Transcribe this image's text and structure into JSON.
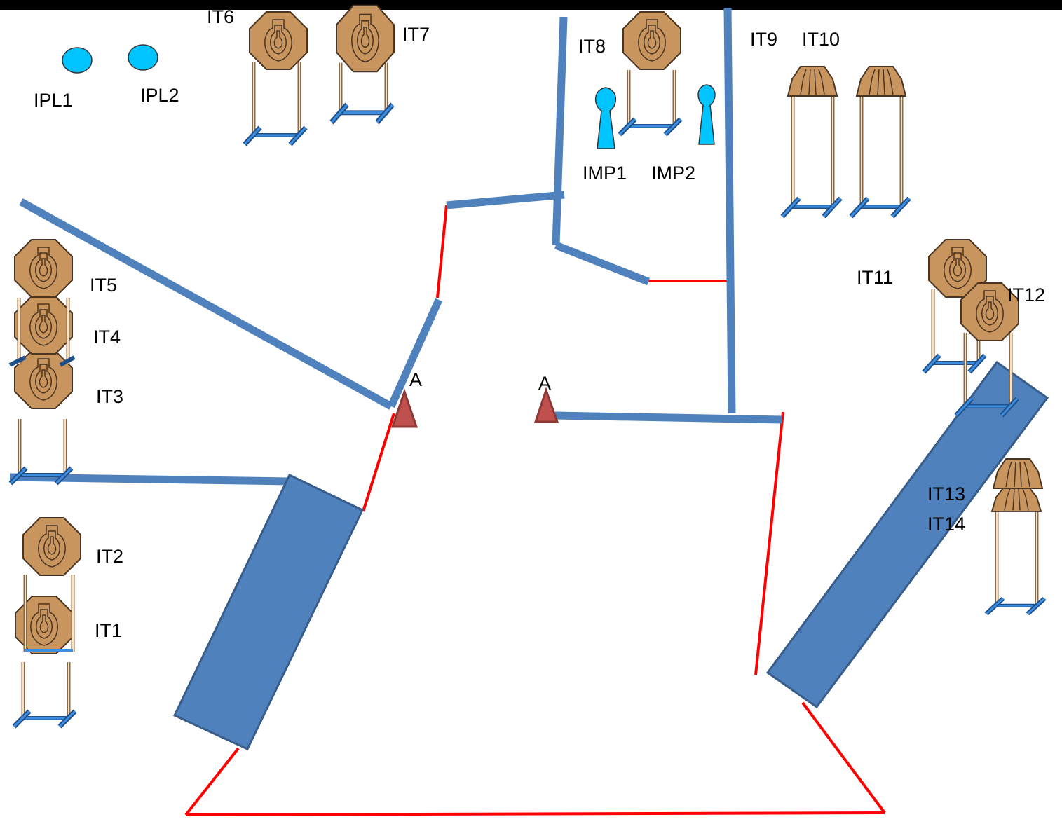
{
  "colors": {
    "header_bar": "#000000",
    "wall": "#4f81bd",
    "wall_outline": "#385d8a",
    "fault_line": "#ff0000",
    "steel_target": "#c8955f",
    "steel_outline": "#4a3422",
    "paper_target": "#00c4ff",
    "stand_frame": "#8b6a43",
    "stand_base": "#3c8fe0",
    "cone": "#c0504d",
    "cone_outline": "#8c3836"
  },
  "targets": {
    "it1": "IT1",
    "it2": "IT2",
    "it3": "IT3",
    "it4": "IT4",
    "it5": "IT5",
    "it6": "IT6",
    "it7": "IT7",
    "it8": "IT8",
    "it9": "IT9",
    "it10": "IT10",
    "it11": "IT11",
    "it12": "IT12",
    "it13": "IT13",
    "it14": "IT14"
  },
  "poppers": {
    "ipl1": "IPL1",
    "ipl2": "IPL2"
  },
  "mini_poppers": {
    "imp1": "IMP1",
    "imp2": "IMP2"
  },
  "start_positions": {
    "a_left": "A",
    "a_right": "A"
  },
  "icons": {
    "steel": "octagon-steel-target-icon",
    "popper": "popper-target-icon",
    "mini_popper": "mini-popper-target-icon",
    "cone": "start-cone-icon"
  }
}
